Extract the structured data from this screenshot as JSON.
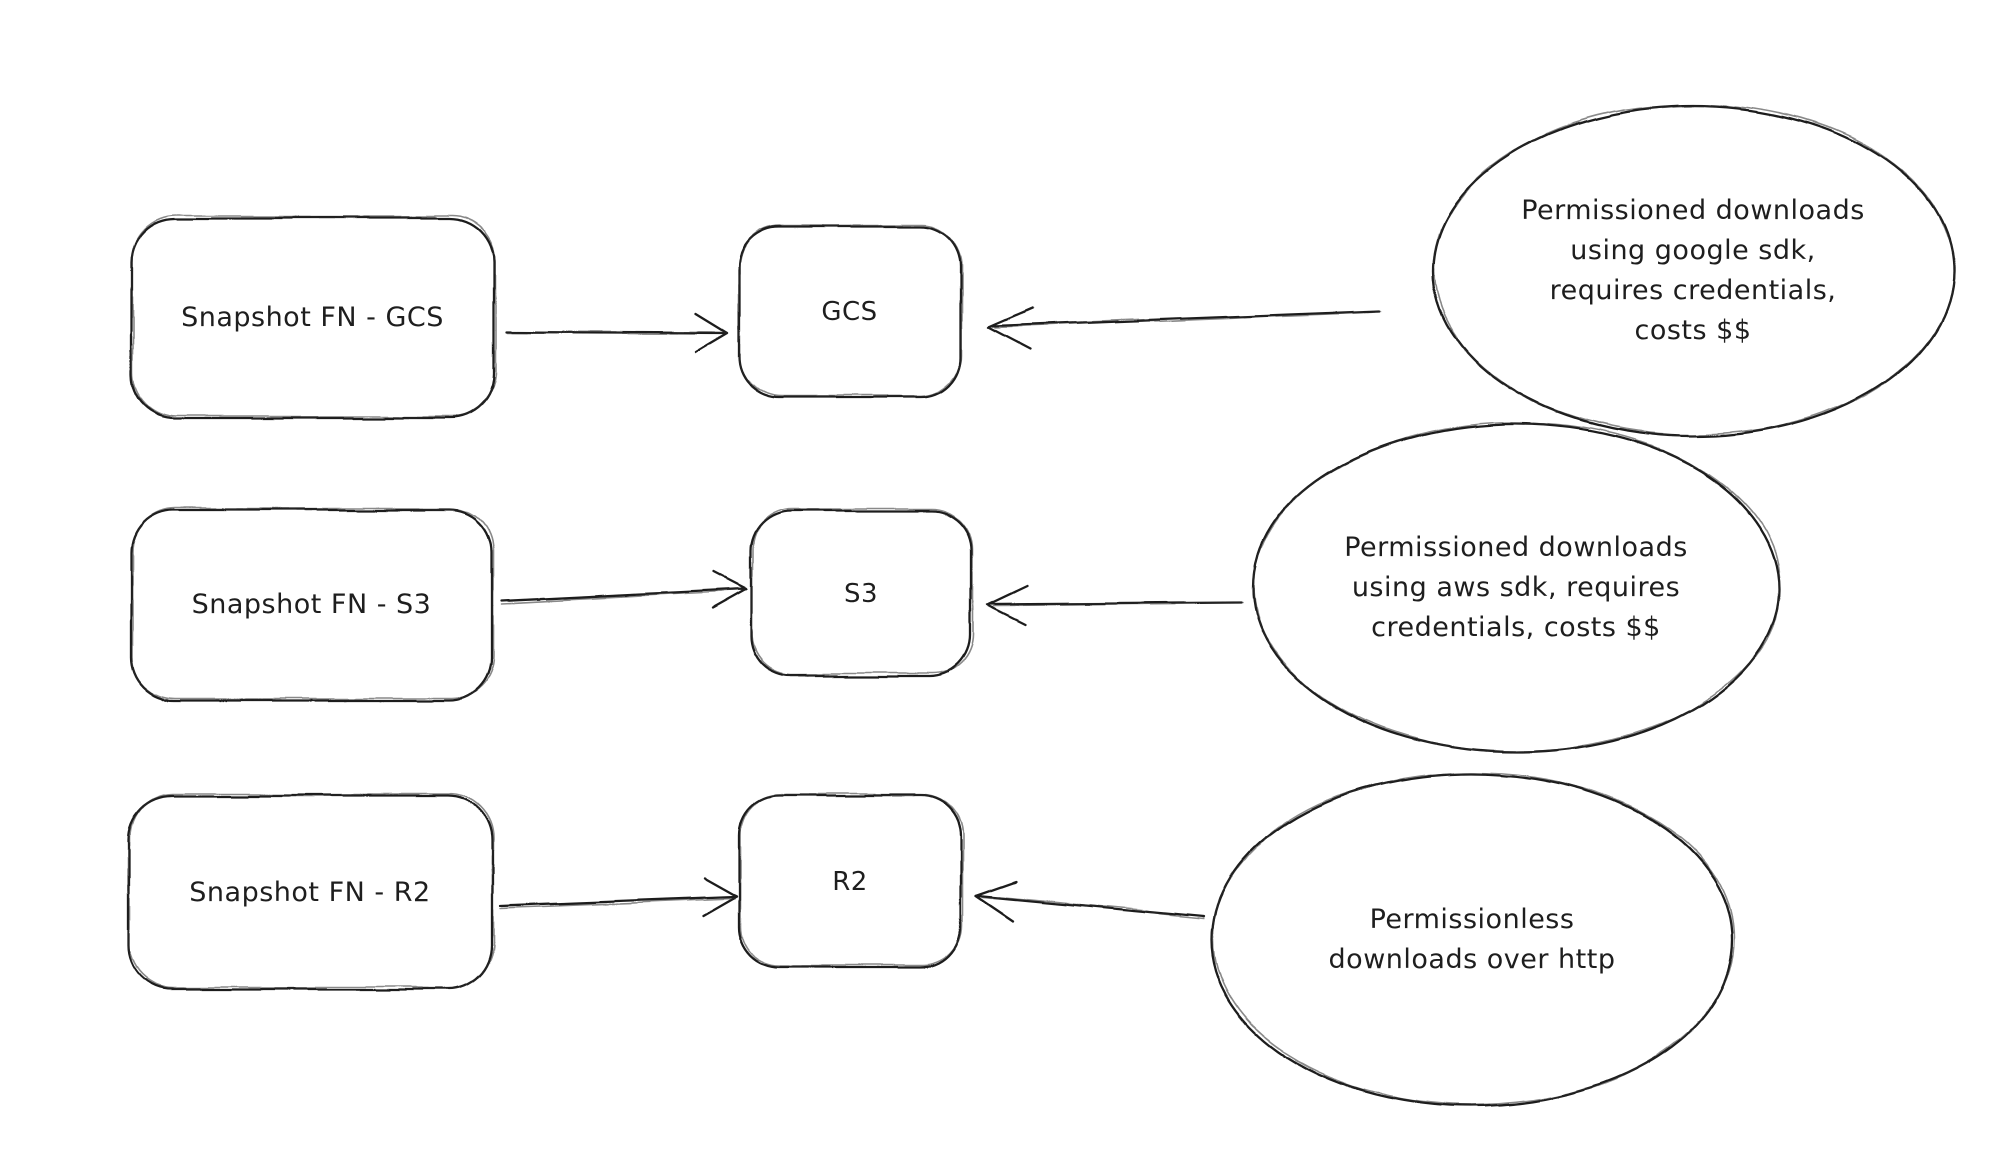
{
  "canvas": {
    "background_color": "#ffffff",
    "stroke_color": "#1e1e1e"
  },
  "flows": [
    {
      "source_label": "Snapshot FN - GCS",
      "store_label": "GCS",
      "note": "Permissioned downloads\nusing google sdk,\nrequires credentials,\ncosts $$"
    },
    {
      "source_label": "Snapshot FN - S3",
      "store_label": "S3",
      "note": "Permissioned downloads\nusing aws sdk, requires\ncredentials, costs $$"
    },
    {
      "source_label": "Snapshot FN - R2",
      "store_label": "R2",
      "note": "Permissionless\ndownloads over http"
    }
  ]
}
